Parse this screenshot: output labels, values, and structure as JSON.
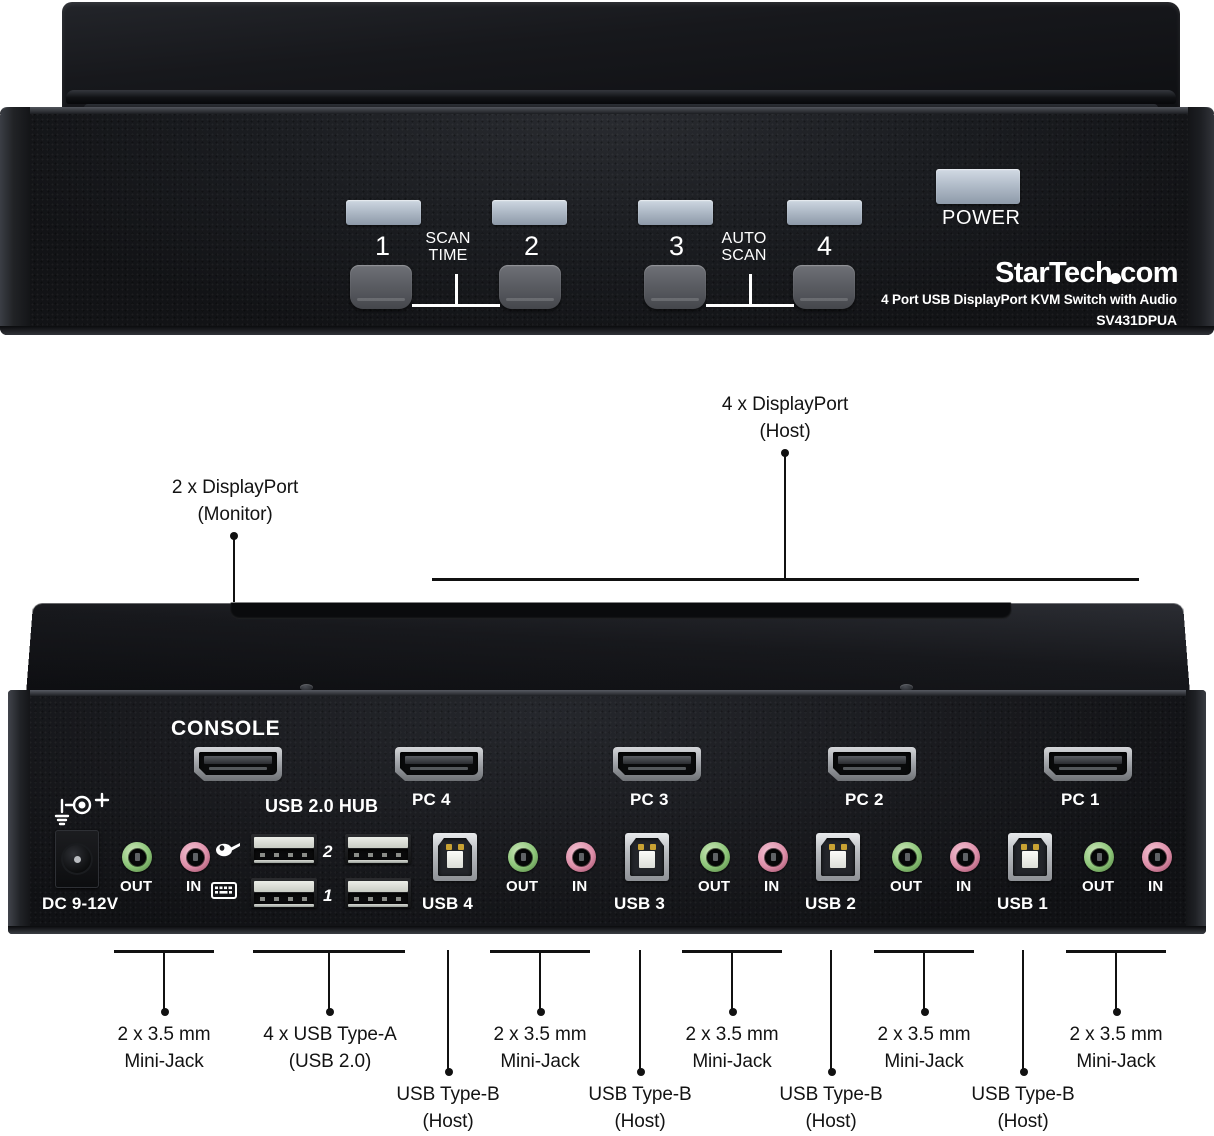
{
  "product": {
    "brand": "StarTech",
    "brand_suffix": "com",
    "description": "4 Port USB DisplayPort KVM Switch with Audio",
    "model": "SV431DPUA"
  },
  "front_panel": {
    "power_label": "POWER",
    "port_buttons": [
      {
        "number": "1"
      },
      {
        "number": "2"
      },
      {
        "number": "3"
      },
      {
        "number": "4"
      }
    ],
    "function_labels": [
      {
        "line1": "SCAN",
        "line2": "TIME"
      },
      {
        "line1": "AUTO",
        "line2": "SCAN"
      }
    ]
  },
  "rear_panel": {
    "console_label": "CONSOLE",
    "power_input_label": "DC 9-12V",
    "usb_hub_label": "USB 2.0 HUB",
    "hub_port_numbers": [
      "2",
      "1"
    ],
    "console_audio": [
      {
        "label": "OUT",
        "color": "green"
      },
      {
        "label": "IN",
        "color": "pink"
      }
    ],
    "pc_ports": [
      {
        "dp_label": "PC 4",
        "usb_label": "USB 4",
        "audio_out": "OUT",
        "audio_in": "IN"
      },
      {
        "dp_label": "PC 3",
        "usb_label": "USB 3",
        "audio_out": "OUT",
        "audio_in": "IN"
      },
      {
        "dp_label": "PC 2",
        "usb_label": "USB 2",
        "audio_out": "OUT",
        "audio_in": "IN"
      },
      {
        "dp_label": "PC 1",
        "usb_label": "USB 1",
        "audio_out": "OUT",
        "audio_in": "IN"
      }
    ]
  },
  "callouts": {
    "top": [
      {
        "text": "2 x DisplayPort\n(Monitor)"
      },
      {
        "text": "4 x DisplayPort\n(Host)"
      }
    ],
    "bottom": [
      {
        "text": "2 x 3.5 mm\nMini-Jack"
      },
      {
        "text": "4 x USB Type-A\n(USB 2.0)"
      },
      {
        "text": "USB Type-B\n(Host)"
      },
      {
        "text": "2 x 3.5 mm\nMini-Jack"
      },
      {
        "text": "USB Type-B\n(Host)"
      },
      {
        "text": "2 x 3.5 mm\nMini-Jack"
      },
      {
        "text": "USB Type-B\n(Host)"
      },
      {
        "text": "2 x 3.5 mm\nMini-Jack"
      },
      {
        "text": "USB Type-B\n(Host)"
      },
      {
        "text": "2 x 3.5 mm\nMini-Jack"
      }
    ]
  },
  "colors": {
    "audio_out_green": "#8cc578",
    "audio_in_pink": "#dd8fa9",
    "led_blue_grey": "#b0bbc8",
    "chassis_black": "#141518",
    "callout_line": "#111111"
  }
}
